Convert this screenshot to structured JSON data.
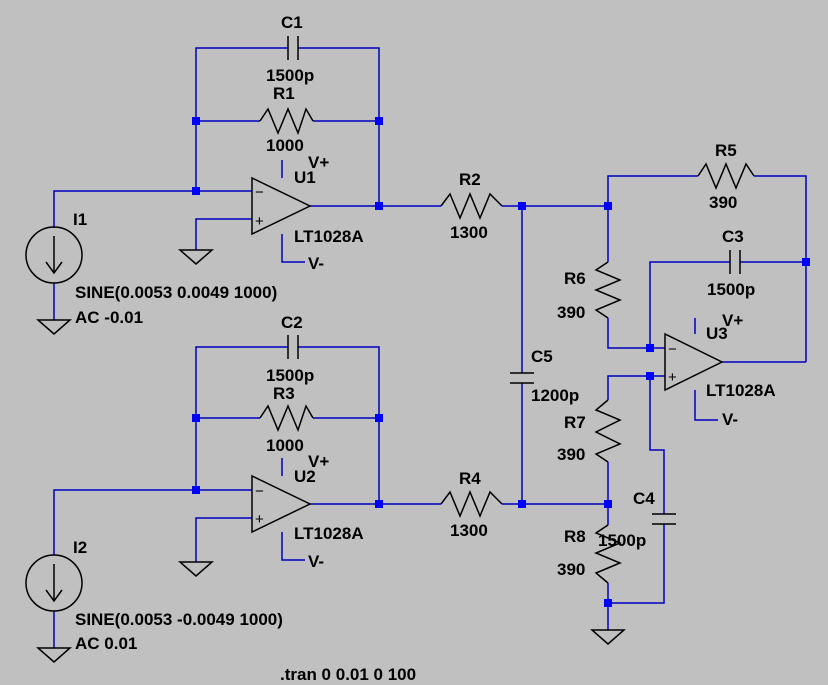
{
  "colors": {
    "background": "#c0c0c0",
    "wire": "#0000c0",
    "junction": "#0000ff",
    "component": "#000000"
  },
  "components": {
    "c1": {
      "name": "C1",
      "value": "1500p"
    },
    "r1": {
      "name": "R1",
      "value": "1000"
    },
    "u1": {
      "name": "U1",
      "model": "LT1028A",
      "vplus": "V+",
      "vminus": "V-"
    },
    "i1": {
      "name": "I1",
      "value": "SINE(0.0053 0.0049 1000)",
      "ac": "AC -0.01"
    },
    "r2": {
      "name": "R2",
      "value": "1300"
    },
    "c2": {
      "name": "C2",
      "value": "1500p"
    },
    "r3": {
      "name": "R3",
      "value": "1000"
    },
    "u2": {
      "name": "U2",
      "model": "LT1028A",
      "vplus": "V+",
      "vminus": "V-"
    },
    "i2": {
      "name": "I2",
      "value": "SINE(0.0053 -0.0049 1000)",
      "ac": "AC 0.01"
    },
    "r4": {
      "name": "R4",
      "value": "1300"
    },
    "c5": {
      "name": "C5",
      "value": "1200p"
    },
    "r5": {
      "name": "R5",
      "value": "390"
    },
    "r6": {
      "name": "R6",
      "value": "390"
    },
    "c3": {
      "name": "C3",
      "value": "1500p"
    },
    "u3": {
      "name": "U3",
      "model": "LT1028A",
      "vplus": "V+",
      "vminus": "V-"
    },
    "r7": {
      "name": "R7",
      "value": "390"
    },
    "c4": {
      "name": "C4",
      "value": "1500p"
    },
    "r8": {
      "name": "R8",
      "value": "390"
    }
  },
  "directive": ".tran 0 0.01 0 100",
  "opamp_symbols": {
    "minus": "−",
    "plus": "+"
  }
}
